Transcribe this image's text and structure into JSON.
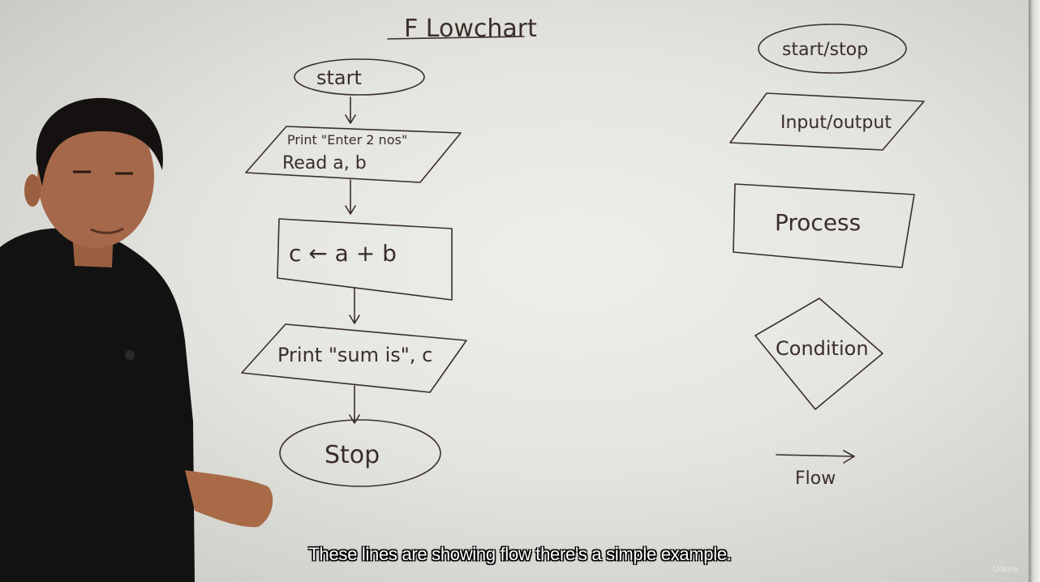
{
  "title": "F Lowchart",
  "flowchart": {
    "start": "start",
    "input_line1": "Print \"Enter 2 nos\"",
    "input_line2": "Read  a, b",
    "process": "c ← a + b",
    "output": "Print \"sum is\", c",
    "stop": "Stop"
  },
  "legend": {
    "start_stop": "start/stop",
    "input_output": "Input/output",
    "process": "Process",
    "condition": "Condition",
    "flow": "Flow"
  },
  "caption": "These lines are showing flow there's a simple example.",
  "watermark": "Udemy",
  "colors": {
    "ink": "#3a2f28",
    "caption_text": "#ffffff",
    "shirt": "#111111"
  }
}
